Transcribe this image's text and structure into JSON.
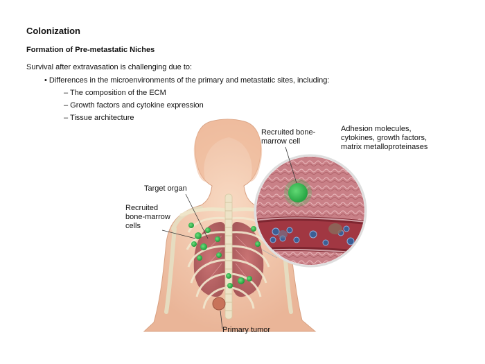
{
  "slide": {
    "title": "Colonization",
    "subtitle": "Formation of Pre-metastatic Niches",
    "intro": "Survival after extravasation is challenging due to:",
    "bullet": "• Differences in the microenvironments of the primary and metastatic sites, including:",
    "subitems": [
      "– The composition of the ECM",
      "– Growth factors and cytokine expression",
      "– Tissue architecture"
    ]
  },
  "figure": {
    "labels": {
      "target_organ": "Target organ",
      "recruited_cells": "Recruited\nbone-marrow\ncells",
      "recruited_cell": "Recruited bone-\nmarrow cell",
      "adhesion": "Adhesion molecules,\ncytokines, growth factors,\nmatrix metalloproteinases",
      "primary_tumor": "Primary tumor"
    },
    "colors": {
      "skin": "#f4c9ab",
      "lung": "#b45a5e",
      "bone": "#f3ecd6",
      "green_cell": "#2bb34a",
      "tissue": "#c97a80",
      "vessel": "#8c2b33",
      "tumor_cell": "#4b6fa3"
    }
  }
}
